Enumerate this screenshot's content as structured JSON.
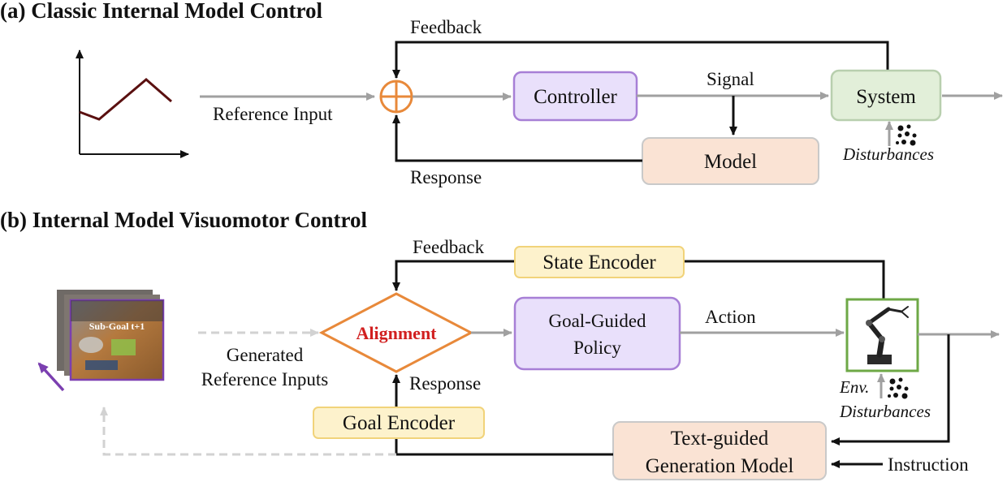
{
  "section_a": {
    "title": "(a) Classic Internal Model Control",
    "feedback": "Feedback",
    "reference_input": "Reference Input",
    "controller": "Controller",
    "signal": "Signal",
    "system": "System",
    "model": "Model",
    "response": "Response",
    "disturbances": "Disturbances"
  },
  "section_b": {
    "title": "(b) Internal Model Visuomotor Control",
    "feedback": "Feedback",
    "state_encoder": "State Encoder",
    "subgoal_label": "Sub-Goal t+1",
    "alignment": "Alignment",
    "policy_line1": "Goal-Guided",
    "policy_line2": "Policy",
    "action": "Action",
    "generated_line1": "Generated",
    "generated_line2": "Reference Inputs",
    "response": "Response",
    "env": "Env.",
    "disturbances": "Disturbances",
    "goal_encoder": "Goal Encoder",
    "gen_model_line1": "Text-guided",
    "gen_model_line2": "Generation Model",
    "instruction": "Instruction"
  },
  "colors": {
    "arrow_gray": "#a0a0a0",
    "arrow_black": "#111111",
    "orange": "#e8893a",
    "controller_fill": "#e9e0fb",
    "controller_stroke": "#a77fd6",
    "system_fill": "#e2efd9",
    "system_stroke": "#b8cfae",
    "model_fill": "#fae3d4",
    "encoder_fill": "#fdf2cc",
    "encoder_stroke": "#f1d37a",
    "robot_frame": "#6ea846",
    "alignment_text": "#d11f1f",
    "subgoal_frame": "#7b3fb0",
    "curve": "#5a1010"
  },
  "icons": [
    "summing-junction-icon",
    "disturbance-dots-icon",
    "robot-arm-icon",
    "subgoal-image-stack",
    "purple-arrow-icon"
  ]
}
